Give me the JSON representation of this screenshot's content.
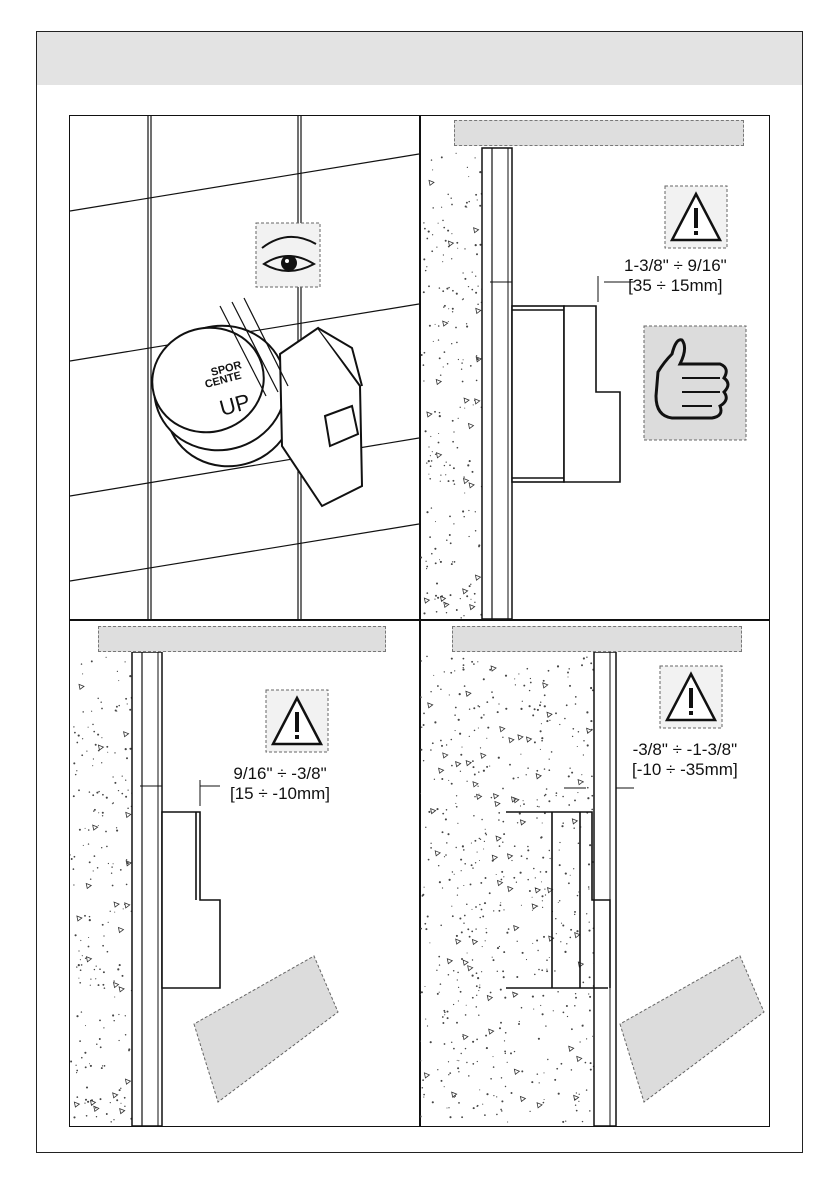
{
  "header": {
    "title": ""
  },
  "panels": {
    "top_left": {
      "caption": "",
      "icons": [
        "eye-icon"
      ],
      "knob_text": {
        "line1": "SPOR",
        "line2": "CENTE",
        "line3": "UP"
      }
    },
    "top_right": {
      "caption": "",
      "dimension_in": "1-3/8\" ÷ 9/16\"",
      "dimension_mm": "[35 ÷ 15mm]",
      "icons": [
        "warning-icon",
        "thumbs-up-icon"
      ],
      "status": "correct"
    },
    "bottom_left": {
      "caption": "",
      "dimension_in": "9/16\" ÷ -3/8\"",
      "dimension_mm": "[15 ÷ -10mm]",
      "icons": [
        "warning-icon"
      ]
    },
    "bottom_right": {
      "caption": "",
      "dimension_in": "-3/8\" ÷ -1-3/8\"",
      "dimension_mm": "[-10 ÷ -35mm]",
      "icons": [
        "warning-icon"
      ]
    }
  },
  "colors": {
    "label_gray": "#dedede",
    "line": "#111111",
    "concrete_dot": "#444444"
  }
}
